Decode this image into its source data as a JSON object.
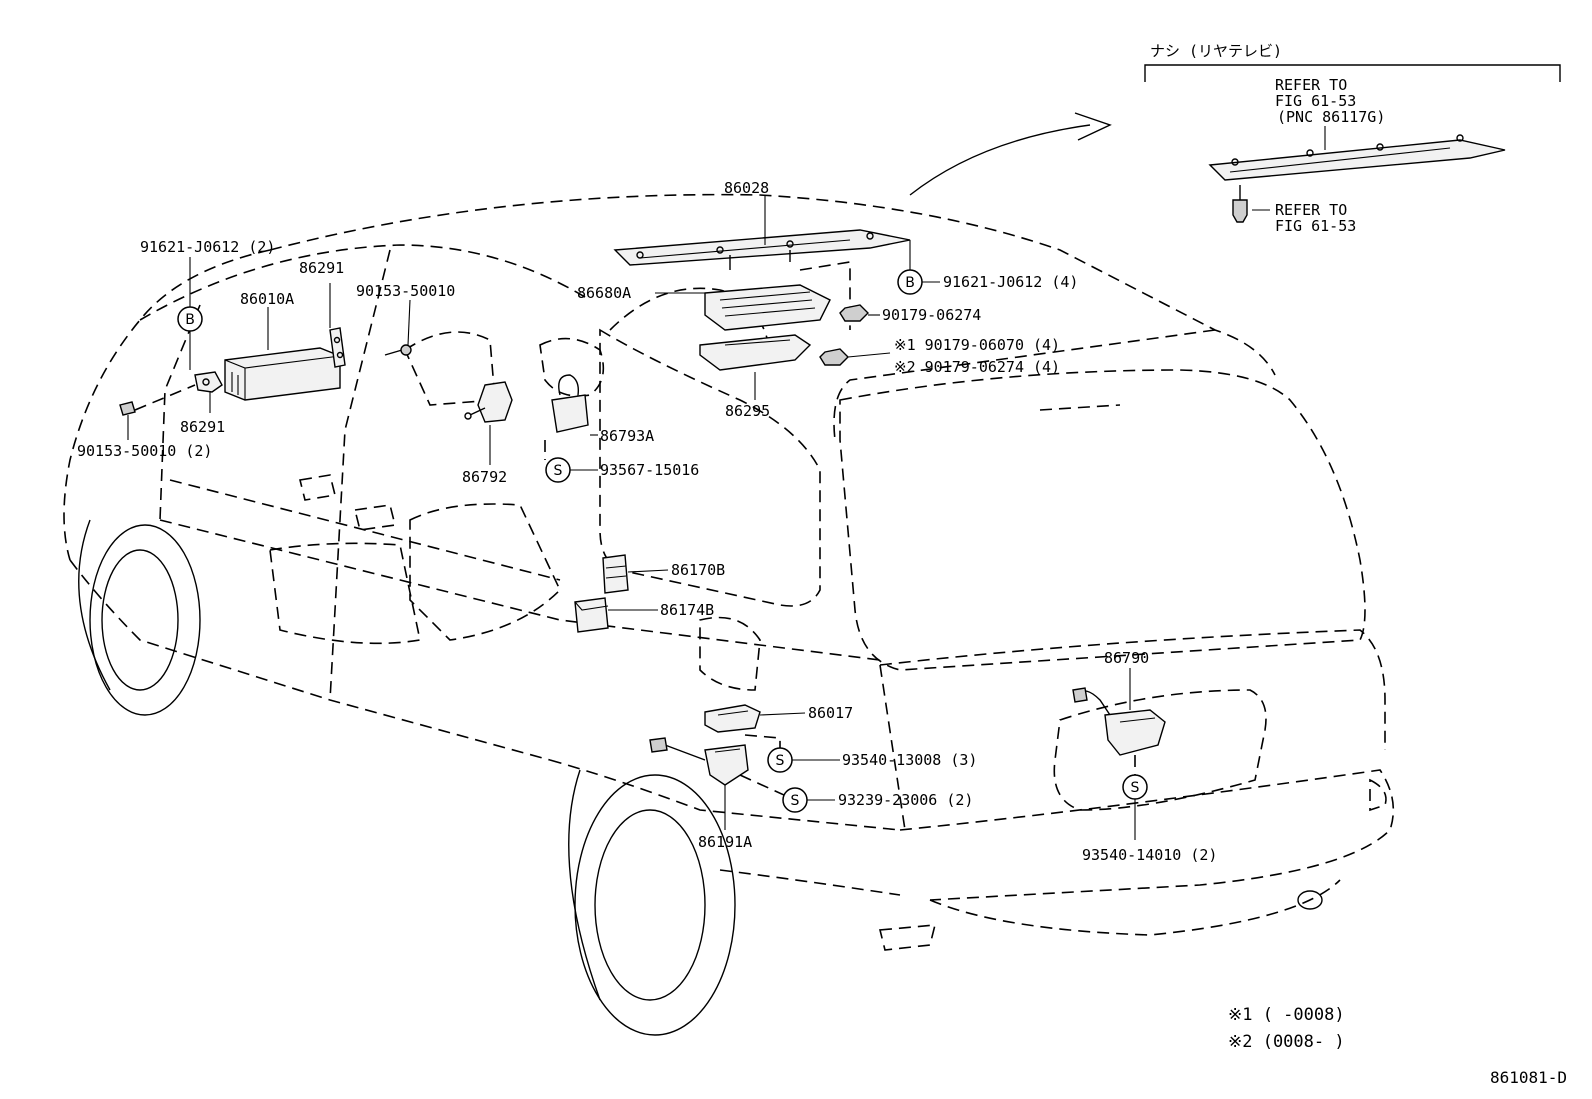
{
  "header": {
    "bracket_title": "ナシ (リヤテレビ)"
  },
  "refs": {
    "upper_1": "REFER TO",
    "upper_2": "FIG 61-53",
    "upper_3": "(PNC 86117G)",
    "lower_1": "REFER TO",
    "lower_2": "FIG 61-53"
  },
  "labels": {
    "p86028": "86028",
    "p91621_j0612_2": "91621-J0612 (2)",
    "p86291_top": "86291",
    "p86010a": "86010A",
    "p90153_50010": "90153-50010",
    "p86680a": "86680A",
    "p91621_j0612_4": "91621-J0612 (4)",
    "p90179_06274": "90179-06274",
    "p90179_06070": "※1 90179-06070 (4)",
    "p90179_06274_4": "※2 90179-06274 (4)",
    "p86295": "86295",
    "p86291_bottom": "86291",
    "p90153_50010_2": "90153-50010 (2)",
    "p86793a": "86793A",
    "p93567_15016": "93567-15016",
    "p86792": "86792",
    "p86170b": "86170B",
    "p86174b": "86174B",
    "p86790": "86790",
    "p86017": "86017",
    "p93540_13008": "93540-13008 (3)",
    "p93239_23006": "93239-23006 (2)",
    "p86191a": "86191A",
    "p93540_14010": "93540-14010 (2)"
  },
  "symbols": {
    "b": "B",
    "s": "S"
  },
  "notes": {
    "note1": "※1 ( -0008)",
    "note2": "※2 (0008- )"
  },
  "figure_code": "861081-D"
}
